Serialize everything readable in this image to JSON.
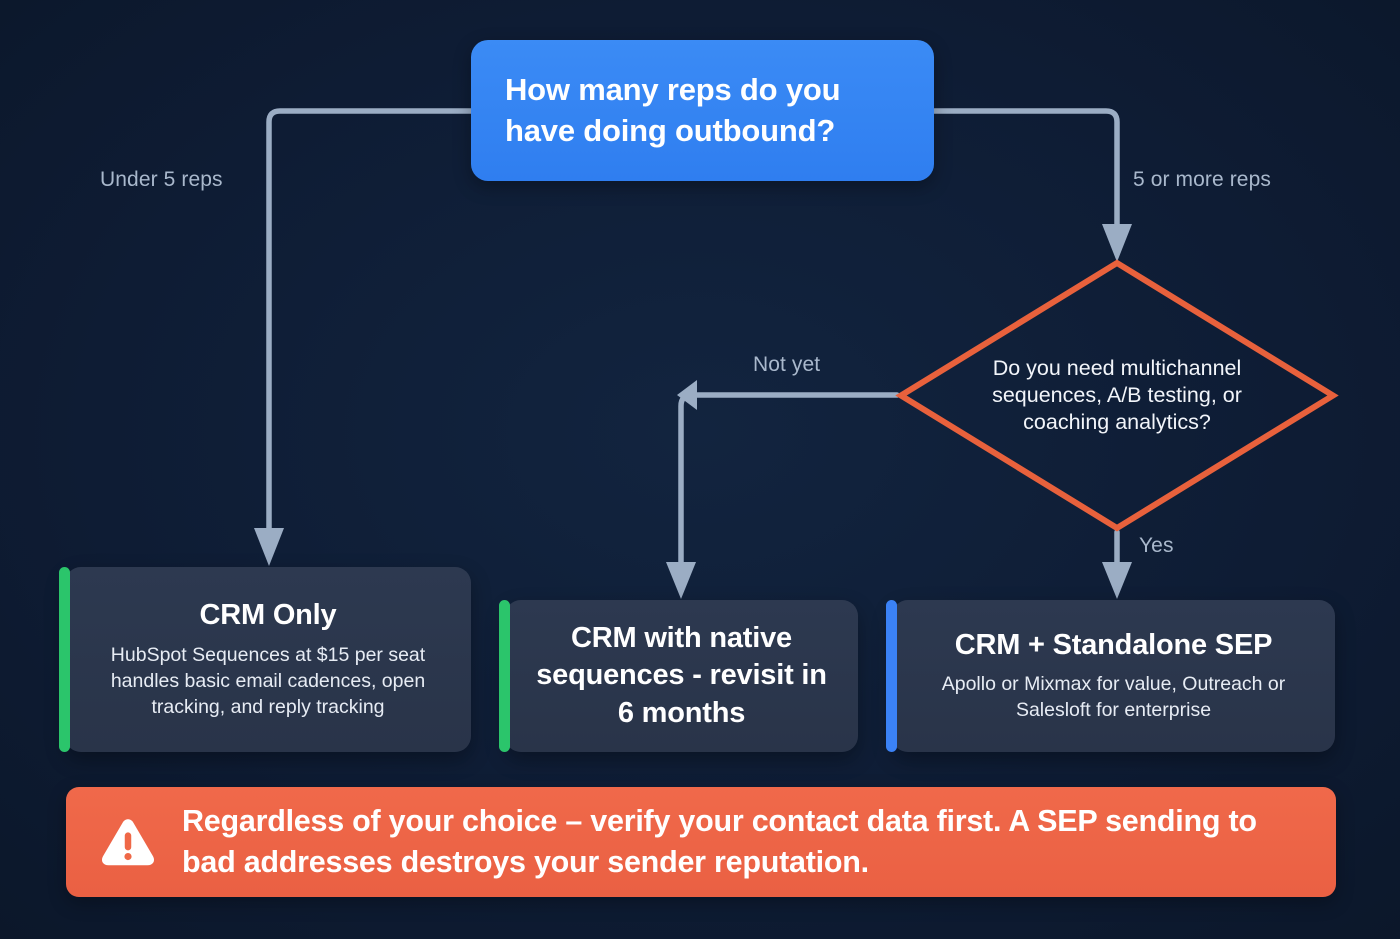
{
  "theme": {
    "background": "#0d1b33",
    "connector": "#9badc4",
    "root_node_color": "#3b8bf5",
    "diamond_stroke": "#e8613c",
    "card_background": "#2d3950",
    "accent_green": "#2bc56b",
    "accent_blue": "#3b82f6",
    "warning_background": "#ef6847",
    "text_primary": "#ffffff",
    "text_muted": "#a9b8cc"
  },
  "root": {
    "question": "How many reps do you have doing outbound?"
  },
  "edges": {
    "under_five": "Under 5 reps",
    "five_or_more": "5 or more reps",
    "not_yet": "Not yet",
    "yes": "Yes"
  },
  "decision": {
    "question": "Do you need multichannel sequences, A/B testing, or coaching analytics?"
  },
  "outcomes": [
    {
      "id": "crm-only",
      "title": "CRM Only",
      "description": "HubSpot Sequences at $15 per seat handles basic email cadences, open tracking, and reply tracking",
      "accent": "#2bc56b"
    },
    {
      "id": "crm-native",
      "title": "CRM with native sequences - revisit in 6 months",
      "description": "",
      "accent": "#2bc56b"
    },
    {
      "id": "crm-sep",
      "title": "CRM + Standalone SEP",
      "description": "Apollo or Mixmax for value, Outreach or Salesloft for enterprise",
      "accent": "#3b82f6"
    }
  ],
  "warning": {
    "icon": "warning-triangle-icon",
    "text": "Regardless of your choice – verify your contact data first. A SEP sending to bad addresses destroys your sender reputation."
  },
  "chart_data": {
    "type": "diagram",
    "title": "Outbound tooling decision flowchart",
    "nodes": [
      {
        "id": "n1",
        "shape": "rounded-rect",
        "label": "How many reps do you have doing outbound?",
        "color": "#3b8bf5"
      },
      {
        "id": "n2",
        "shape": "diamond",
        "label": "Do you need multichannel sequences, A/B testing, or coaching analytics?",
        "color": "#e8613c"
      },
      {
        "id": "n3",
        "shape": "card",
        "label": "CRM Only",
        "sublabel": "HubSpot Sequences at $15 per seat handles basic email cadences, open tracking, and reply tracking",
        "accent": "#2bc56b"
      },
      {
        "id": "n4",
        "shape": "card",
        "label": "CRM with native sequences - revisit in 6 months",
        "sublabel": "",
        "accent": "#2bc56b"
      },
      {
        "id": "n5",
        "shape": "card",
        "label": "CRM + Standalone SEP",
        "sublabel": "Apollo or Mixmax for value, Outreach or Salesloft for enterprise",
        "accent": "#3b82f6"
      },
      {
        "id": "n6",
        "shape": "banner",
        "label": "Regardless of your choice – verify your contact data first. A SEP sending to bad addresses destroys your sender reputation.",
        "color": "#ef6847"
      }
    ],
    "edges": [
      {
        "from": "n1",
        "to": "n3",
        "label": "Under 5 reps"
      },
      {
        "from": "n1",
        "to": "n2",
        "label": "5 or more reps"
      },
      {
        "from": "n2",
        "to": "n4",
        "label": "Not yet"
      },
      {
        "from": "n2",
        "to": "n5",
        "label": "Yes"
      }
    ]
  }
}
